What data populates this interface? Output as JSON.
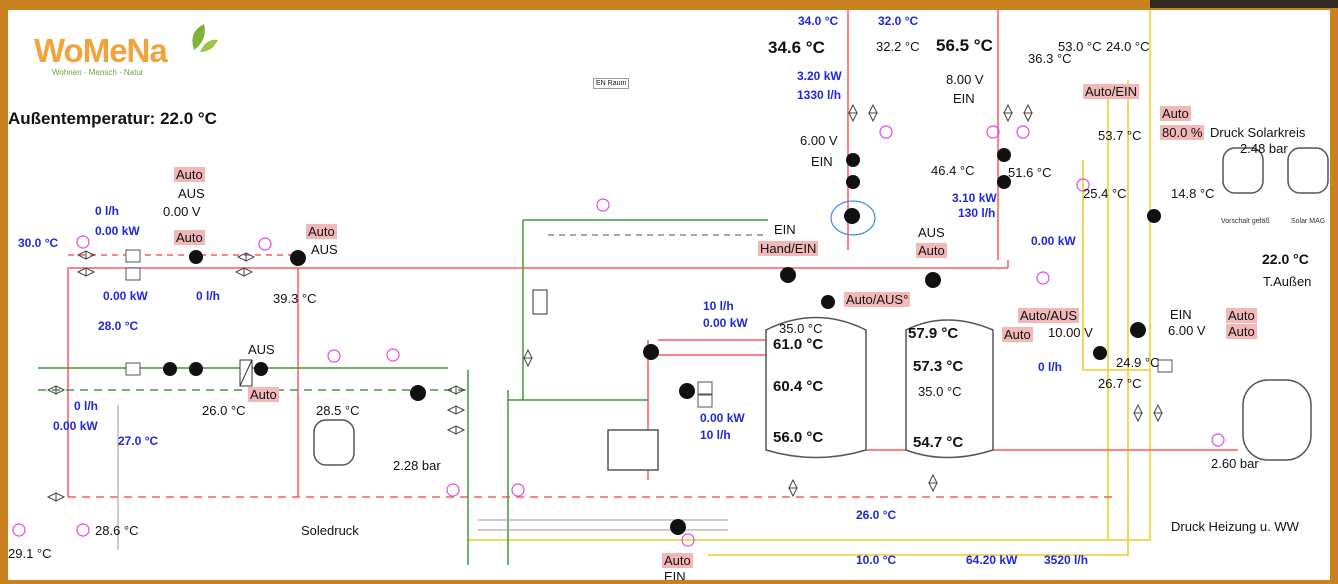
{
  "logo": {
    "brand": "WoMeNa",
    "tagline": "Wohnen · Mensch · Natur"
  },
  "outdoor": {
    "label": "Außentemperatur: 22.0 °C",
    "right_temp": "22.0 °C",
    "right_label": "T.Außen"
  },
  "top": {
    "t_a": "34.0 °C",
    "t_b": "32.0 °C",
    "collector_big": "34.6 °C",
    "collector_small": "32.2 °C",
    "tank_big": "56.5 °C",
    "tank_small": "36.3 °C",
    "tank_far": "53.0 °C",
    "tank_far2": "24.0 °C",
    "power": "3.20 kW",
    "flow": "1330 l/h",
    "volt": "8.00 V",
    "volt_state": "EIN",
    "auto_ein": "Auto/EIN",
    "room_label": "EN Raum"
  },
  "solar": {
    "auto": "Auto",
    "pct": "80.0 %",
    "label": "Druck Solarkreis",
    "pressure": "2.48 bar",
    "t1": "53.7 °C",
    "t2": "25.4 °C",
    "t3": "14.8 °C",
    "lbl_a": "Vorschalt gefäß",
    "lbl_b": "Solar MAG"
  },
  "pumps_mid": {
    "volt": "6.00 V",
    "state": "EIN",
    "t1": "46.4 °C",
    "t2": "51.6 °C",
    "power": "3.10 kW",
    "flow": "130 l/h",
    "power2": "0.00 kW",
    "ein": "EIN",
    "hand_ein": "Hand/EIN",
    "aus": "AUS",
    "auto": "Auto",
    "auto_aus_q": "Auto/AUS°",
    "auto_aus": "Auto/AUS",
    "auto2": "Auto",
    "volt2": "10.00 V",
    "flow2": "0 l/h",
    "ein2": "EIN",
    "volt3": "6.00 V",
    "auto3": "Auto",
    "auto4": "Auto",
    "t3": "24.9 °C",
    "t4": "26.7 °C"
  },
  "left": {
    "auto": "Auto",
    "aus": "AUS",
    "volt": "0.00 V",
    "auto2": "Auto",
    "aus2": "AUS",
    "auto3": "Auto",
    "flow1": "0 l/h",
    "power1": "0.00 kW",
    "t_left": "30.0 °C",
    "power2": "0.00 kW",
    "flow2": "0 l/h",
    "t_ret": "39.3 °C",
    "t_28": "28.0 °C",
    "aus3": "AUS",
    "auto4": "Auto",
    "t_26": "26.0 °C",
    "flow3": "0 l/h",
    "power3": "0.00 kW",
    "t_27": "27.0 °C",
    "t_28_5": "28.5 °C",
    "pressure": "2.28 bar",
    "sole": "Soledruck",
    "t_29": "29.1 °C",
    "t_28_6": "28.6 °C"
  },
  "center": {
    "flow": "10 l/h",
    "power": "0.00 kW",
    "power2": "0.00 kW",
    "flow2": "10 l/h",
    "buf_t1": "61.0 °C",
    "buf_t2": "60.4 °C",
    "buf_t3": "56.0 °C",
    "buf_small": "35.0 °C",
    "ww_t1": "57.9 °C",
    "ww_t2": "57.3 °C",
    "ww_small": "35.0 °C",
    "ww_t3": "54.7 °C"
  },
  "bottom": {
    "t_26": "26.0 °C",
    "t_10": "10.0 °C",
    "power": "64.20 kW",
    "flow": "3520 l/h",
    "auto": "Auto",
    "ein": "EIN",
    "pressure_label": "Druck Heizung u. WW",
    "pressure": "2.60 bar"
  },
  "colors": {
    "frame": "#c9821f",
    "blue": "#1f28e0",
    "red_pipe": "#ff5a5a",
    "green_pipe": "#2e8b2e",
    "yellow_pipe": "#f2d95a",
    "pink": "#e04be0"
  }
}
